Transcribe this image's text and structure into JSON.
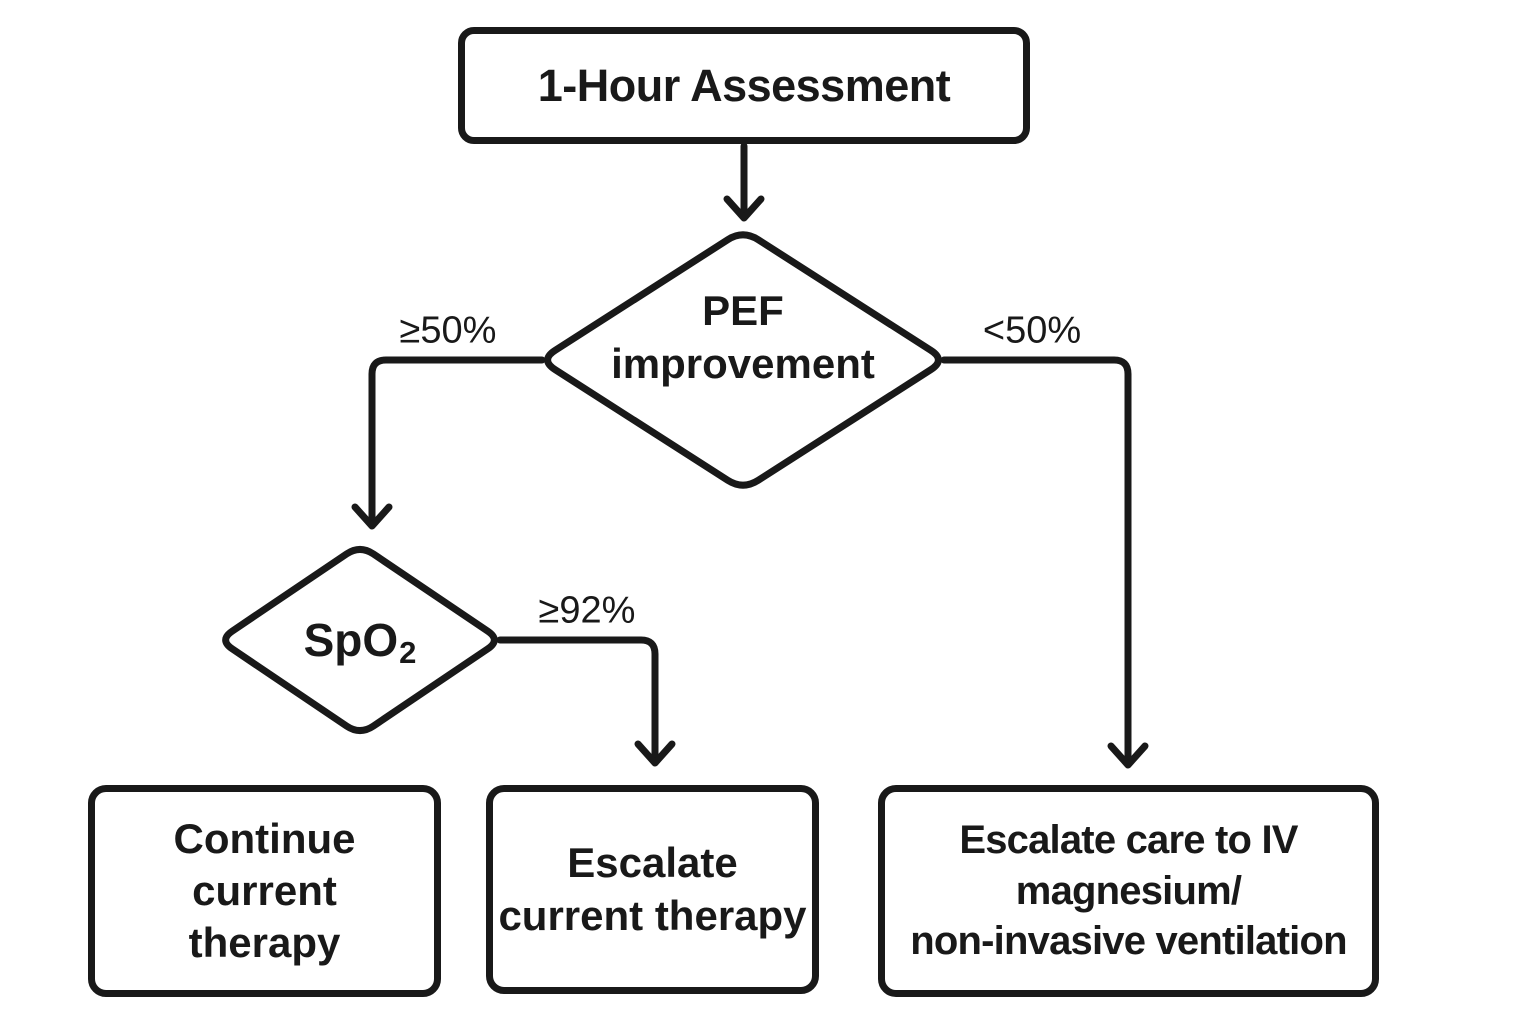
{
  "diagram": {
    "background": "#ffffff",
    "stroke_color": "#191919",
    "text_color": "#191919",
    "nodes": {
      "assessment": {
        "type": "process",
        "lines": [
          "1-Hour Assessment"
        ]
      },
      "pef": {
        "type": "decision",
        "lines": [
          "PEF",
          "improvement"
        ]
      },
      "spo2": {
        "type": "decision",
        "label_main": "SpO",
        "label_sub": "2"
      },
      "continue_therapy": {
        "type": "process",
        "lines": [
          "Continue",
          "current",
          "therapy"
        ]
      },
      "escalate_therapy": {
        "type": "process",
        "lines": [
          "Escalate",
          "current therapy"
        ]
      },
      "escalate_care": {
        "type": "process",
        "lines": [
          "Escalate care to IV",
          "magnesium/",
          "non-invasive ventilation"
        ]
      }
    },
    "edge_labels": {
      "pef_to_spo2": "≥50%",
      "pef_to_escalate_care": "<50%",
      "spo2_to_escalate_therapy": "≥92%"
    }
  }
}
